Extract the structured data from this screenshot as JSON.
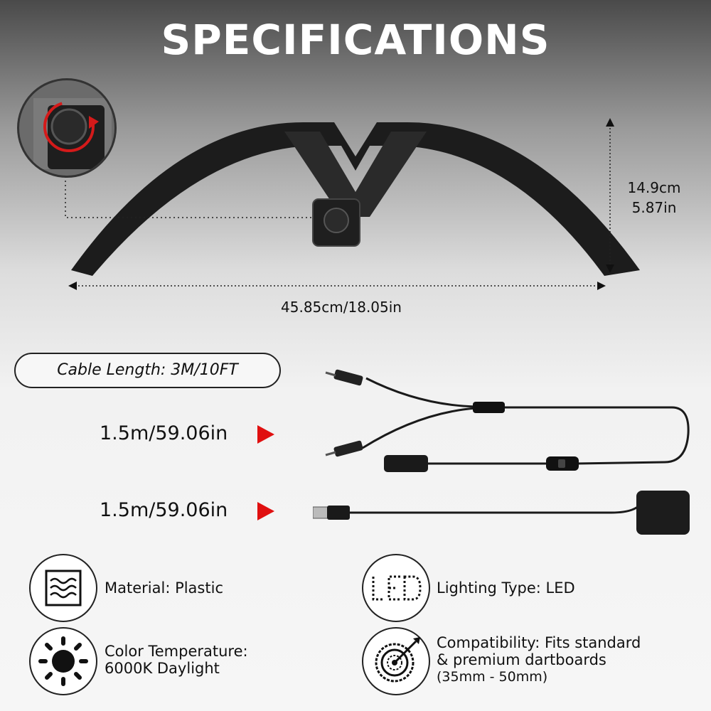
{
  "title": "SPECIFICATIONS",
  "dimensions": {
    "height_cm": "14.9cm",
    "height_in": "5.87in",
    "width": "45.85cm/18.05in"
  },
  "cable": {
    "length_label": "Cable Length: 3M/10FT",
    "segment_1": "1.5m/59.06in",
    "segment_2": "1.5m/59.06in"
  },
  "features": {
    "material": {
      "icon": "wave-texture-icon",
      "label": "Material: Plastic"
    },
    "lighting": {
      "icon": "led-icon",
      "label": "Lighting Type: LED"
    },
    "color_temp": {
      "icon": "sun-icon",
      "line1": "Color Temperature:",
      "line2": "6000K Daylight"
    },
    "compatibility": {
      "icon": "dartboard-icon",
      "line1": "Compatibility: Fits standard",
      "line2": "& premium dartboards",
      "line3": "(35mm - 50mm)"
    }
  },
  "colors": {
    "accent_red": "#e01010",
    "product_black": "#1c1c1c"
  }
}
